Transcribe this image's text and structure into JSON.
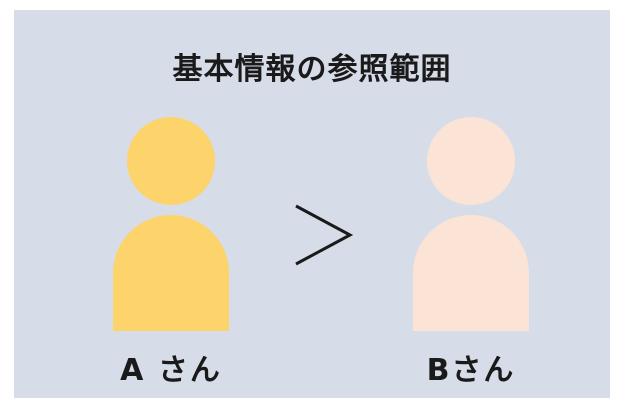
{
  "title": "基本情報の参照範囲",
  "comparison_symbol": ">",
  "people": [
    {
      "name": "A さん",
      "color": "#fdd36b",
      "icon": "person-icon"
    },
    {
      "name": "Bさん",
      "color": "#fbe4d6",
      "icon": "person-icon"
    }
  ],
  "colors": {
    "panel_background": "#d7dce9",
    "text": "#1a1a1a"
  }
}
